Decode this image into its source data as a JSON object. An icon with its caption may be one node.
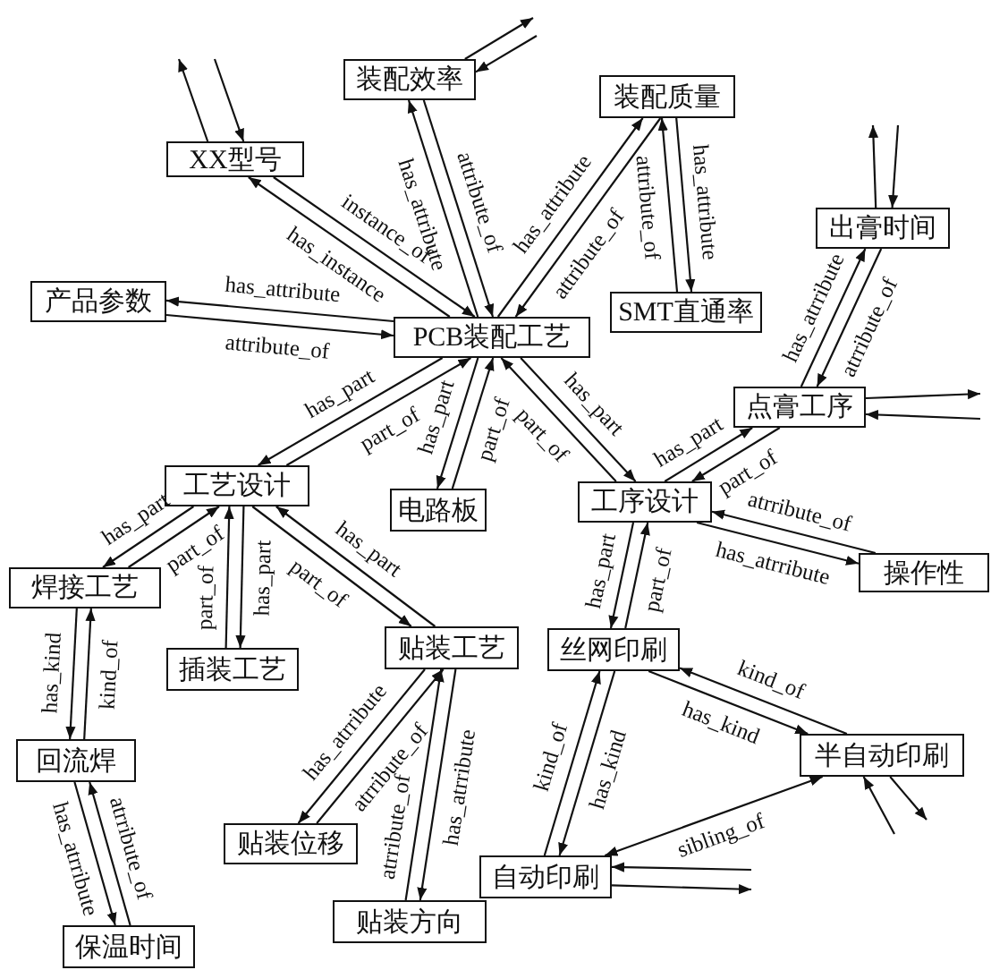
{
  "diagram": {
    "nodes": [
      {
        "text": [
          "XX型号"
        ]
      },
      {
        "text": [
          "装配效率"
        ]
      },
      {
        "text": [
          "装配质量"
        ]
      },
      {
        "text": [
          "产品参数"
        ]
      },
      {
        "text": [
          "PCB装配工艺"
        ]
      },
      {
        "text": [
          "SMT直通率"
        ]
      },
      {
        "text": [
          "出膏时间"
        ]
      },
      {
        "text": [
          "点膏工序"
        ]
      },
      {
        "text": [
          "工艺设计"
        ]
      },
      {
        "text": [
          "电路板"
        ]
      },
      {
        "text": [
          "工序设计"
        ]
      },
      {
        "text": [
          "操作性"
        ]
      },
      {
        "text": [
          "焊接工艺"
        ]
      },
      {
        "text": [
          "插装工艺"
        ]
      },
      {
        "text": [
          "贴装工艺"
        ]
      },
      {
        "text": [
          "丝网印刷"
        ]
      },
      {
        "text": [
          "回流焊"
        ]
      },
      {
        "text": [
          "半自动印刷"
        ]
      },
      {
        "text": [
          "贴装位移"
        ]
      },
      {
        "text": [
          "自动印刷"
        ]
      },
      {
        "text": [
          "贴装方向"
        ]
      },
      {
        "text": [
          "保温时间"
        ]
      }
    ],
    "edges": [
      {
        "from": 4,
        "to": 0,
        "arrow": "to",
        "label": "has_instance"
      },
      {
        "from": 0,
        "to": 4,
        "arrow": "to",
        "label": "instance_of"
      },
      {
        "from": 4,
        "to": 1,
        "arrow": "to",
        "label": "has_attribute"
      },
      {
        "from": 1,
        "to": 4,
        "arrow": "to",
        "label": "attribute_of"
      },
      {
        "from": 4,
        "to": 2,
        "arrow": "to",
        "label": "has_attribute"
      },
      {
        "from": 2,
        "to": 4,
        "arrow": "to",
        "label": "attribute_of"
      },
      {
        "from": 2,
        "to": 5,
        "arrow": "to",
        "label": "has_attribute"
      },
      {
        "from": 5,
        "to": 2,
        "arrow": "to",
        "label": "attribute_of"
      },
      {
        "from": 4,
        "to": 3,
        "arrow": "to",
        "label": "has_attribute"
      },
      {
        "from": 3,
        "to": 4,
        "arrow": "to",
        "label": "attribute_of"
      },
      {
        "from": 4,
        "to": 8,
        "arrow": "to",
        "label": "has_part"
      },
      {
        "from": 8,
        "to": 4,
        "arrow": "to",
        "label": "part_of"
      },
      {
        "from": 4,
        "to": 9,
        "arrow": "to",
        "label": "has_part"
      },
      {
        "from": 9,
        "to": 4,
        "arrow": "to",
        "label": "part_of"
      },
      {
        "from": 4,
        "to": 10,
        "arrow": "to",
        "label": "has_part"
      },
      {
        "from": 10,
        "to": 4,
        "arrow": "to",
        "label": "part_of"
      },
      {
        "from": 10,
        "to": 7,
        "arrow": "to",
        "label": "has_part"
      },
      {
        "from": 7,
        "to": 10,
        "arrow": "to",
        "label": "part_of"
      },
      {
        "from": 7,
        "to": 6,
        "arrow": "to",
        "label": "has_atrribute"
      },
      {
        "from": 6,
        "to": 7,
        "arrow": "to",
        "label": "atrribute_of"
      },
      {
        "from": 10,
        "to": 11,
        "arrow": "to",
        "label": "has_atrribute"
      },
      {
        "from": 11,
        "to": 10,
        "arrow": "to",
        "label": "atrribute_of"
      },
      {
        "from": 8,
        "to": 12,
        "arrow": "to",
        "label": "has_part"
      },
      {
        "from": 12,
        "to": 8,
        "arrow": "to",
        "label": "part_of"
      },
      {
        "from": 8,
        "to": 13,
        "arrow": "to",
        "label": "has_part"
      },
      {
        "from": 13,
        "to": 8,
        "arrow": "to",
        "label": "part_of"
      },
      {
        "from": 14,
        "to": 8,
        "arrow": "to",
        "label": "has_part"
      },
      {
        "from": 8,
        "to": 14,
        "arrow": "to",
        "label": "part_of"
      },
      {
        "from": 12,
        "to": 16,
        "arrow": "to",
        "label": "has_kind"
      },
      {
        "from": 16,
        "to": 12,
        "arrow": "to",
        "label": "kind_of"
      },
      {
        "from": 16,
        "to": 21,
        "arrow": "to",
        "label": "has_atrribute"
      },
      {
        "from": 21,
        "to": 16,
        "arrow": "to",
        "label": "atrribute_of"
      },
      {
        "from": 14,
        "to": 18,
        "arrow": "to",
        "label": "has_atrribute"
      },
      {
        "from": 18,
        "to": 14,
        "arrow": "to",
        "label": "atrribute_of"
      },
      {
        "from": 14,
        "to": 20,
        "arrow": "to",
        "label": "has_atrribute"
      },
      {
        "from": 20,
        "to": 14,
        "arrow": "to",
        "label": "atrribute_of"
      },
      {
        "from": 10,
        "to": 15,
        "arrow": "to",
        "label": "has_part"
      },
      {
        "from": 15,
        "to": 10,
        "arrow": "to",
        "label": "part_of"
      },
      {
        "from": 15,
        "to": 17,
        "arrow": "to",
        "label": "has_kind"
      },
      {
        "from": 17,
        "to": 15,
        "arrow": "to",
        "label": "kind_of"
      },
      {
        "from": 15,
        "to": 19,
        "arrow": "to",
        "label": "has_kind"
      },
      {
        "from": 19,
        "to": 15,
        "arrow": "to",
        "label": "kind_of"
      },
      {
        "from": 19,
        "to": 17,
        "arrow": "both",
        "label": "sibling_of"
      },
      {
        "from": 0,
        "to": null,
        "arrow": "to"
      },
      {
        "from": null,
        "to": 0,
        "arrow": "to"
      },
      {
        "from": 1,
        "to": null,
        "arrow": "to"
      },
      {
        "from": null,
        "to": 1,
        "arrow": "to"
      },
      {
        "from": 6,
        "to": null,
        "arrow": "to"
      },
      {
        "from": null,
        "to": 6,
        "arrow": "to"
      },
      {
        "from": 7,
        "to": null,
        "arrow": "to"
      },
      {
        "from": null,
        "to": 7,
        "arrow": "to"
      },
      {
        "from": 17,
        "to": null,
        "arrow": "to"
      },
      {
        "from": null,
        "to": 17,
        "arrow": "to"
      },
      {
        "from": 19,
        "to": null,
        "arrow": "to"
      },
      {
        "from": null,
        "to": 19,
        "arrow": "to"
      }
    ]
  }
}
